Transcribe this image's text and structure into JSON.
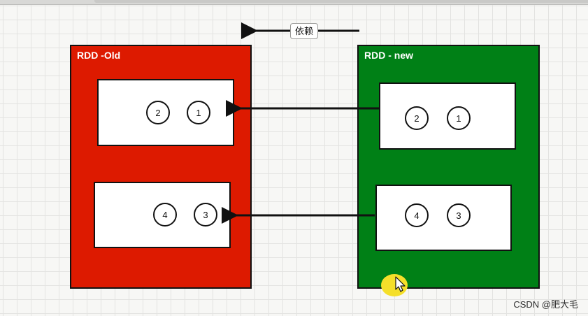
{
  "diagram": {
    "dependency_label": "依赖",
    "old_rdd": {
      "title": "RDD -Old",
      "color": "#dd1a00",
      "partitions": [
        {
          "circles": [
            "2",
            "1"
          ]
        },
        {
          "circles": [
            "4",
            "3"
          ]
        }
      ]
    },
    "new_rdd": {
      "title": "RDD - new",
      "color": "#008016",
      "partitions": [
        {
          "circles": [
            "2",
            "1"
          ]
        },
        {
          "circles": [
            "4",
            "3"
          ]
        }
      ]
    }
  },
  "watermark": "CSDN @肥大毛",
  "colors": {
    "background": "#f7f7f5",
    "cursor_highlight": "#f5df2a",
    "stroke": "#111111"
  }
}
